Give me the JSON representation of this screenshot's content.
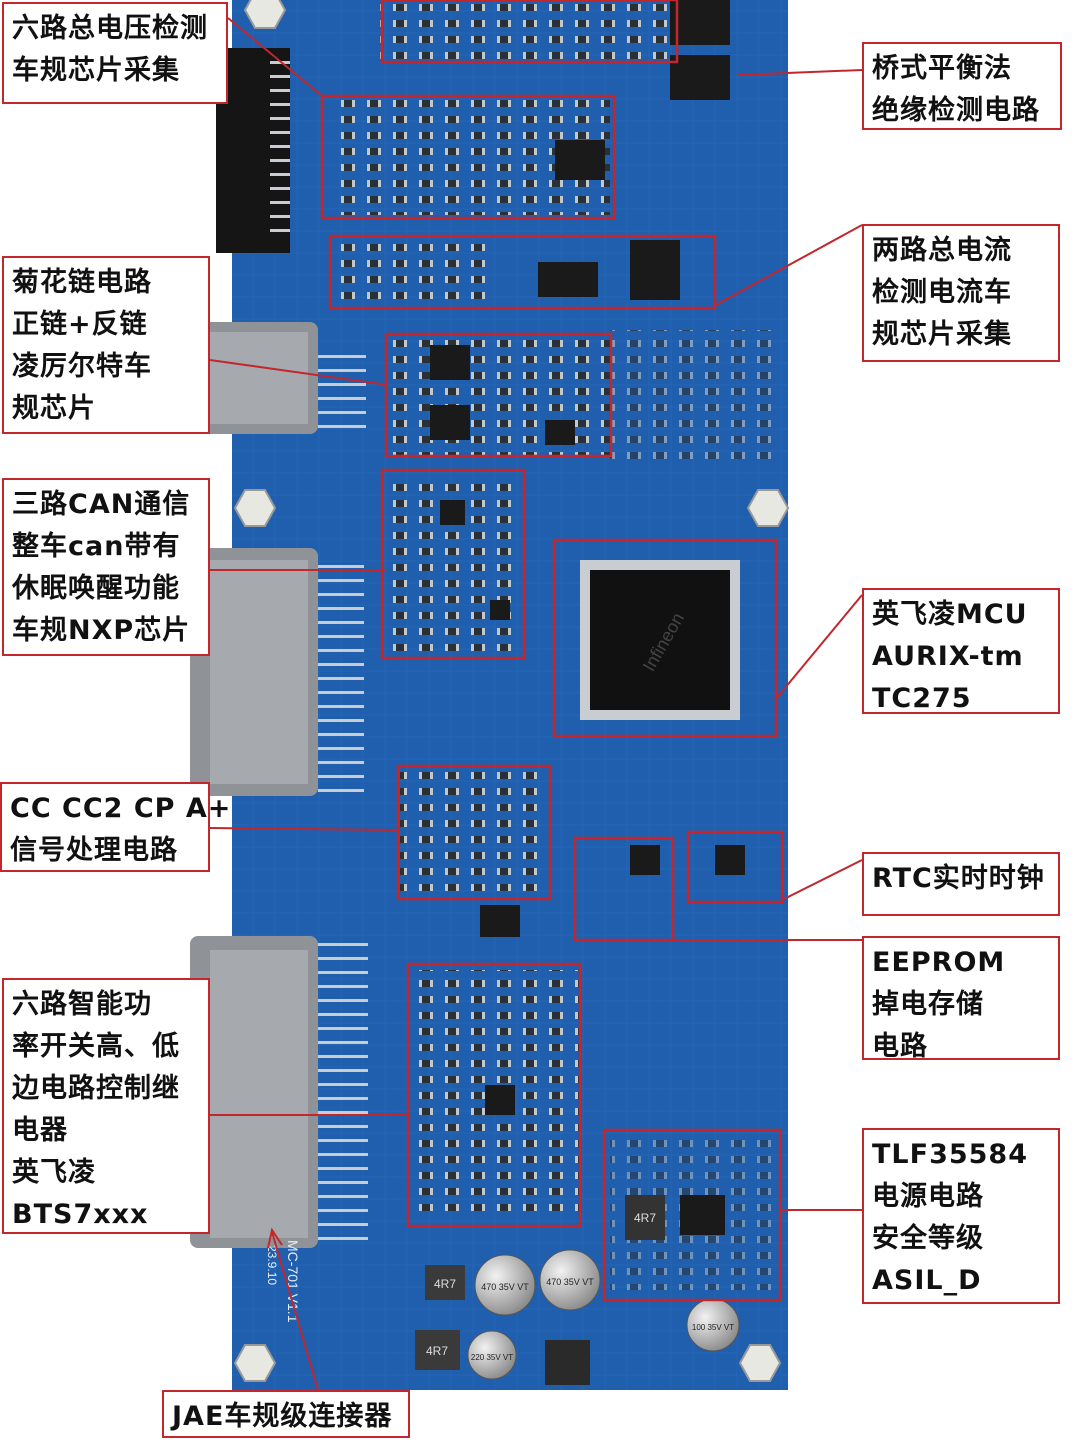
{
  "board": {
    "pcb_color": "#1f5fae",
    "accent_color": "#c1272d",
    "board_marking": "MC-701 V1.1",
    "board_date": "23.9.10",
    "cap_label_1": "470 35V VT",
    "cap_label_2": "470 35V VT",
    "cap_label_3": "220 35V VT",
    "cap_label_4": "100 35V VT",
    "inductor_label_1": "4R7",
    "inductor_label_2": "4R7",
    "inductor_label_3": "4R7",
    "mcu_marking": "Infineon"
  },
  "callouts": {
    "voltage_detect": [
      "六路总电压检测",
      "车规芯片采集"
    ],
    "bridge_insulation": [
      "桥式平衡法",
      "绝缘检测电路"
    ],
    "current_detect": [
      "两路总电流",
      "检测电流车",
      "规芯片采集"
    ],
    "daisy_chain": [
      "菊花链电路",
      "正链+反链",
      "凌厉尔特车",
      "规芯片"
    ],
    "can_comm": [
      "三路CAN通信",
      "整车can带有",
      "休眠唤醒功能",
      "车规NXP芯片"
    ],
    "mcu": [
      "英飞凌MCU",
      "AURIX-tm",
      "TC275"
    ],
    "cc_signal": [
      "CC CC2 CP A+",
      "信号处理电路"
    ],
    "rtc": [
      "RTC实时时钟"
    ],
    "eeprom": [
      "EEPROM",
      "掉电存储",
      "电路"
    ],
    "power_switch": [
      "六路智能功",
      "率开关高、低",
      "边电路控制继",
      "电器",
      "英飞凌",
      "BTS7xxx"
    ],
    "power_supply": [
      "TLF35584",
      "电源电路",
      "安全等级",
      "ASIL_D"
    ],
    "connector": [
      "JAE车规级连接器"
    ]
  }
}
